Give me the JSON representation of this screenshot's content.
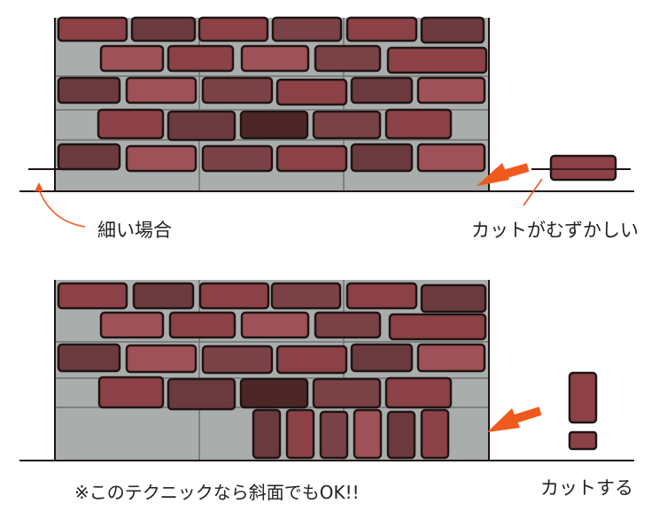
{
  "labels": {
    "narrow_case": "細い場合",
    "hard_to_cut": "カットがむずかしい",
    "cut": "カットする",
    "note": "※このテクニックなら斜面でもOK!!"
  },
  "colors": {
    "mortar": "#a9adab",
    "mortar_line": "#6e7270",
    "outline": "#1f1414",
    "arrow": "#f05a1e",
    "brick_dark": "#6b3a3f",
    "brick_mid": "#8c4147",
    "brick_light": "#9e5157",
    "brick_deep": "#4e2628"
  },
  "icons": [
    "orange-arrow-icon",
    "exclamation-mark-icon"
  ]
}
